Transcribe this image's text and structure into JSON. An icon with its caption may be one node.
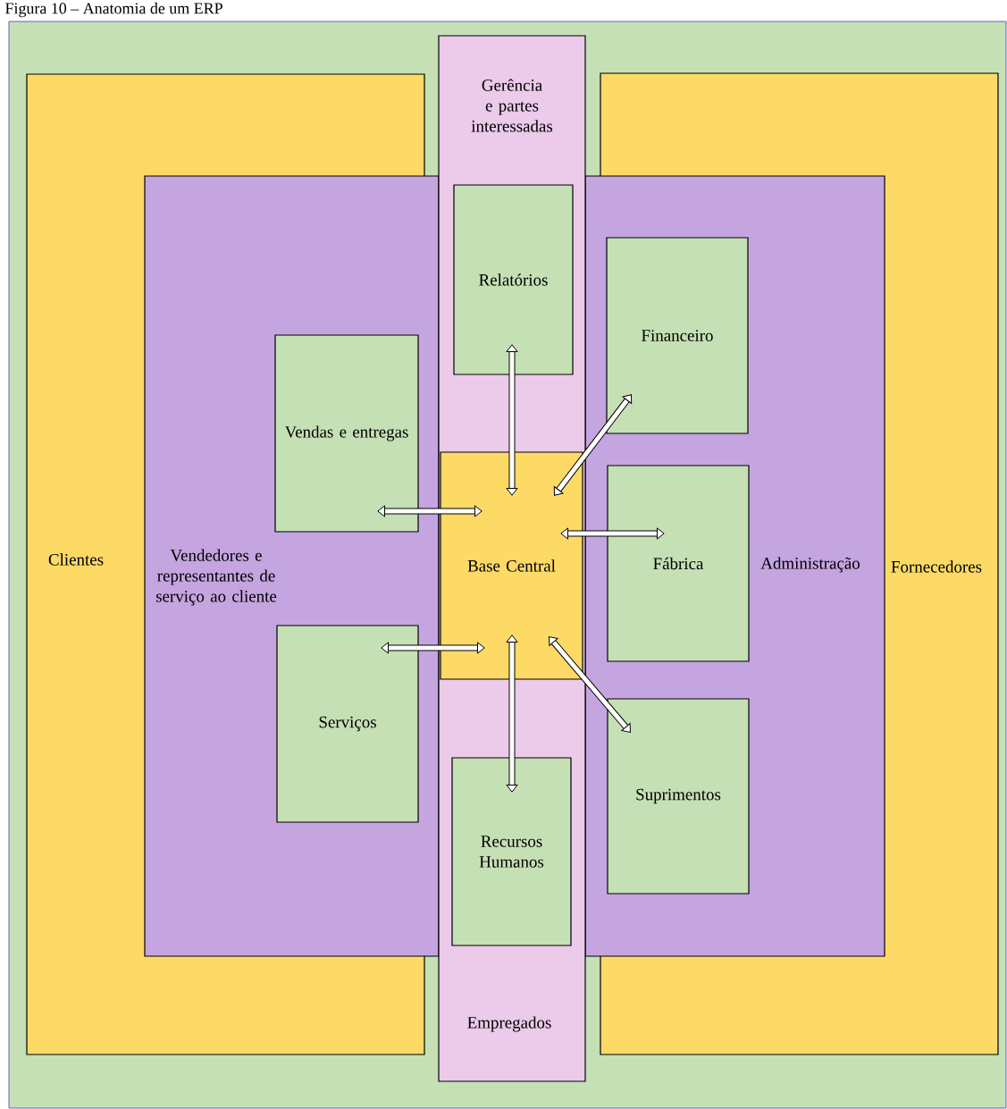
{
  "diagram": {
    "title": "Figura 10 – Anatomia de um ERP",
    "nodes": [
      {
        "text": [
          "Clientes"
        ]
      },
      {
        "text": [
          "Fornecedores"
        ]
      },
      {
        "text": [
          "Gerência e partes interessadas",
          "Empregados"
        ]
      },
      {
        "text": [
          "Vendedores e representantes de serviço ao cliente"
        ],
        "in": 0
      },
      {
        "text": [
          "Administração"
        ],
        "in": 1
      },
      {
        "text": [
          "Relatórios"
        ],
        "in": 2
      },
      {
        "text": [
          "Financeiro"
        ],
        "in": 4
      },
      {
        "text": [
          "Vendas e entregas"
        ],
        "in": 3
      },
      {
        "text": [
          "Base Central"
        ],
        "in": 2
      },
      {
        "text": [
          "Fábrica"
        ],
        "in": 4
      },
      {
        "text": [
          "Serviços"
        ],
        "in": 3
      },
      {
        "text": [
          "Suprimentos"
        ],
        "in": 4
      },
      {
        "text": [
          "Recursos Humanos"
        ],
        "in": 2
      }
    ],
    "edges": [
      {
        "from": 8,
        "to": 5,
        "arrow": "both"
      },
      {
        "from": 8,
        "to": 6,
        "arrow": "both"
      },
      {
        "from": 8,
        "to": 7,
        "arrow": "both"
      },
      {
        "from": 8,
        "to": 9,
        "arrow": "both"
      },
      {
        "from": 8,
        "to": 10,
        "arrow": "both"
      },
      {
        "from": 8,
        "to": 11,
        "arrow": "both"
      },
      {
        "from": 8,
        "to": 12,
        "arrow": "both"
      }
    ]
  }
}
